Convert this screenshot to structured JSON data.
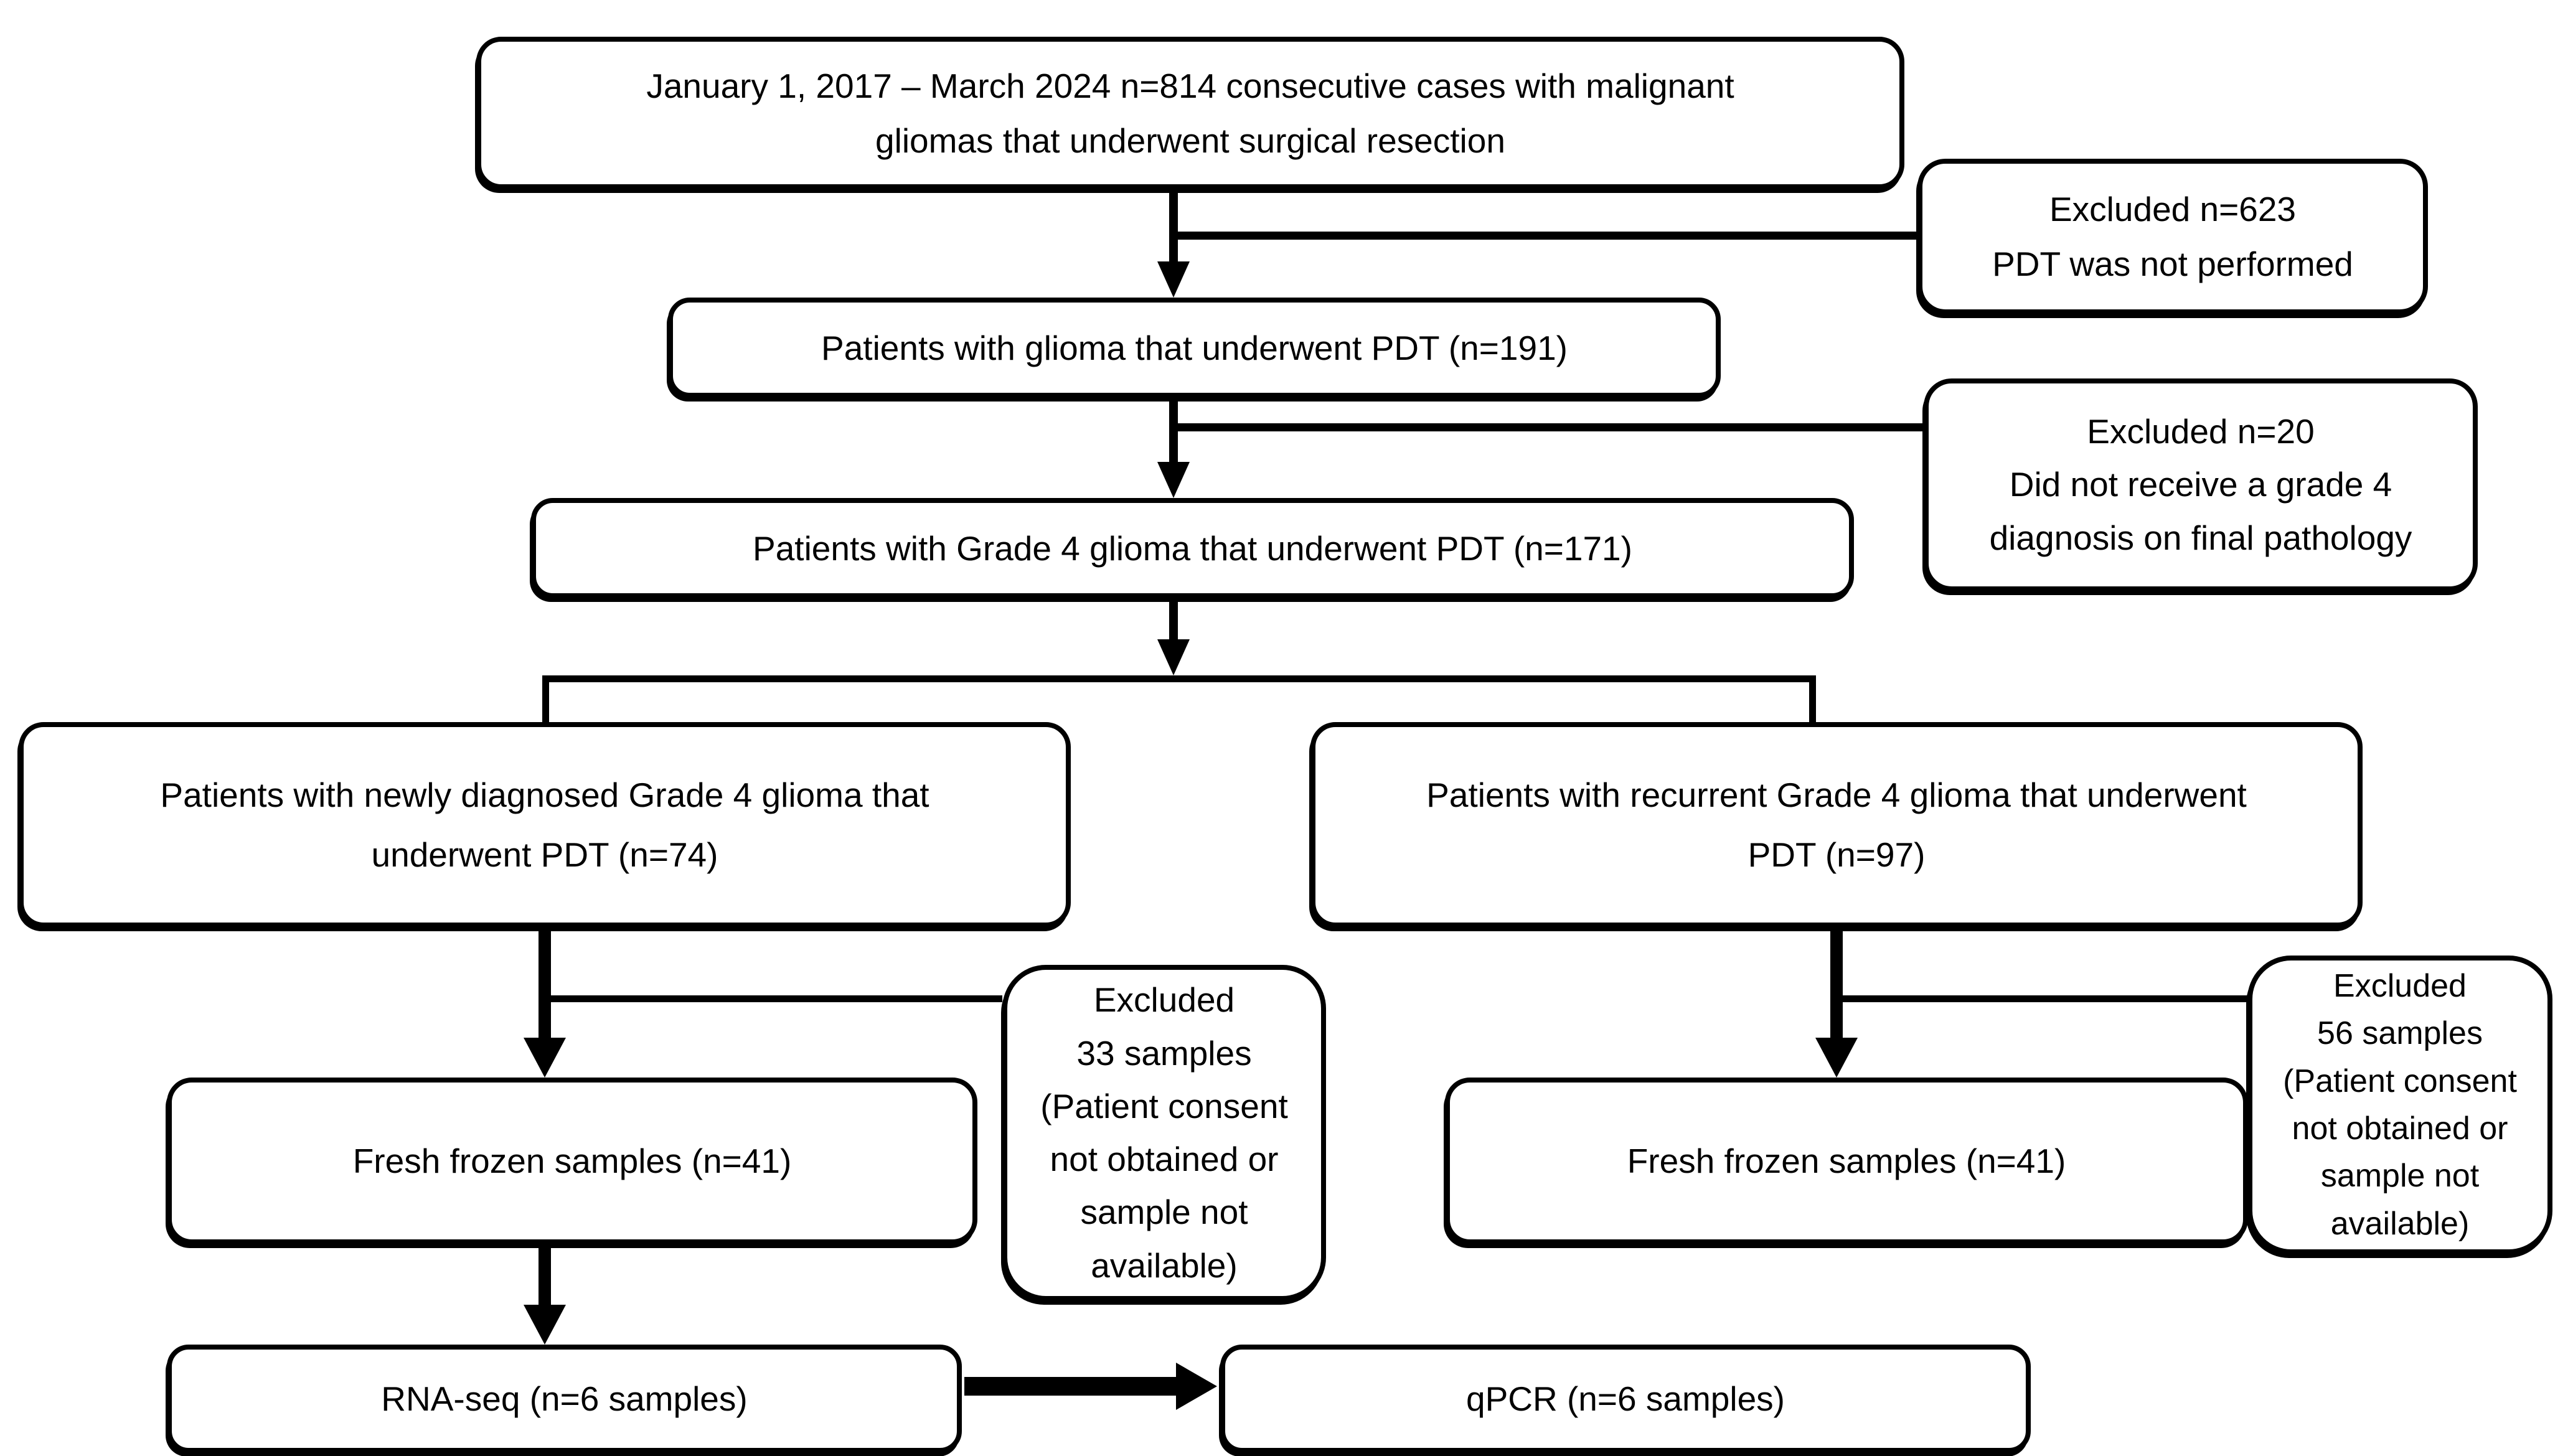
{
  "diagram": {
    "type": "flowchart",
    "background_color": "#ffffff",
    "line_color": "#000000",
    "box_fill": "#ffffff",
    "box_border_color": "#000000"
  },
  "nodes": {
    "top": {
      "lines": [
        "January 1, 2017 – March 2024 n=814 consecutive cases with malignant",
        "gliomas that underwent surgical resection"
      ]
    },
    "glioma_pdt": {
      "lines": [
        "Patients with glioma that underwent PDT (n=191)"
      ]
    },
    "excluded_623": {
      "lines": [
        "Excluded n=623",
        "PDT was not performed"
      ]
    },
    "grade4_pdt": {
      "lines": [
        "Patients with Grade 4 glioma that underwent PDT (n=171)"
      ]
    },
    "excluded_20": {
      "lines": [
        "Excluded n=20",
        "Did not receive a grade 4",
        "diagnosis on final pathology"
      ]
    },
    "newly_diagnosed": {
      "lines": [
        "Patients with newly diagnosed Grade 4 glioma that",
        "underwent PDT (n=74)"
      ]
    },
    "recurrent": {
      "lines": [
        "Patients with recurrent Grade 4 glioma that underwent",
        "PDT (n=97)"
      ]
    },
    "excluded_33": {
      "lines": [
        "Excluded",
        "33 samples",
        "(Patient consent",
        "not obtained or",
        "sample not",
        "available)"
      ]
    },
    "fresh_frozen_left": {
      "lines": [
        "Fresh frozen samples (n=41)"
      ]
    },
    "excluded_56": {
      "lines": [
        "Excluded",
        "56 samples",
        "(Patient consent",
        "not obtained or",
        "sample not",
        "available)"
      ]
    },
    "fresh_frozen_right": {
      "lines": [
        "Fresh frozen samples (n=41)"
      ]
    },
    "rna_seq": {
      "lines": [
        "RNA-seq (n=6 samples)"
      ]
    },
    "qpcr": {
      "lines": [
        "qPCR (n=6 samples)"
      ]
    }
  }
}
